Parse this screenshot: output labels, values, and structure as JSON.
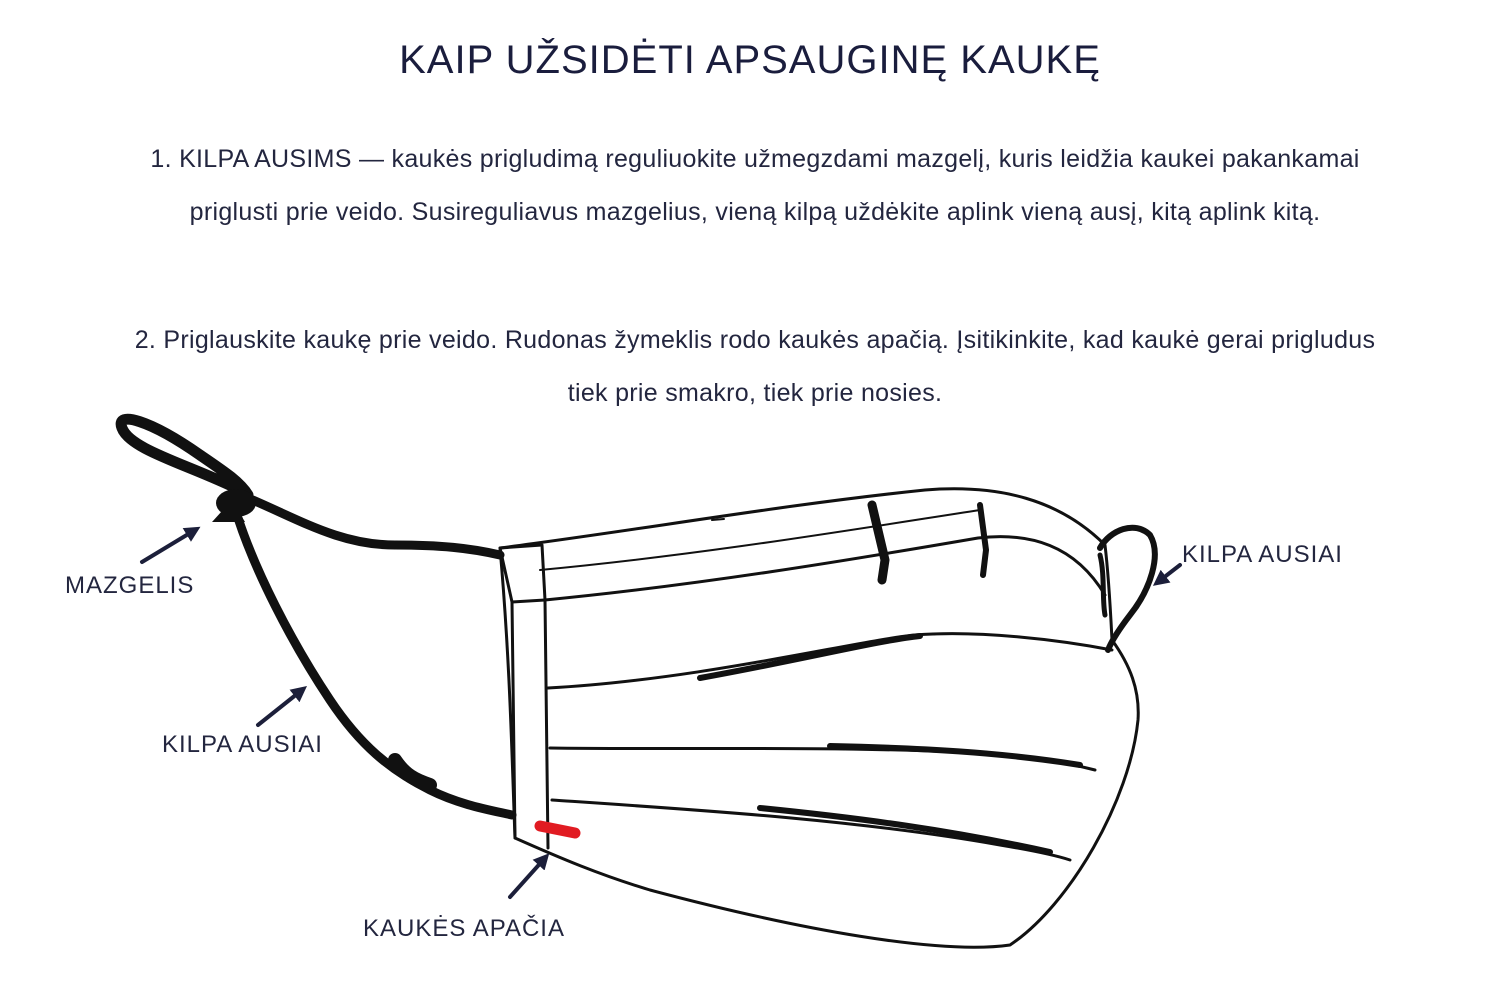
{
  "title": "KAIP UŽSIDĖTI APSAUGINĘ KAUKĘ",
  "instructions": [
    "1. KILPA AUSIMS — kaukės prigludimą reguliuokite užmegzdami mazgelį, kuris leidžia kaukei pakankamai priglusti prie veido. Susireguliavus mazgelius, vieną kilpą uždėkite aplink vieną ausį, kitą aplink kitą.",
    "2. Priglauskite kaukę prie veido. Rudonas žymeklis rodo kaukės apačią. Įsitikinkite, kad kaukė gerai prigludus tiek prie smakro, tiek prie nosies."
  ],
  "labels": {
    "knot": "MAZGELIS",
    "ear_loop_left": "KILPA AUSIAI",
    "ear_loop_right": "KILPA AUSIAI",
    "mask_bottom": "KAUKĖS APAČIA"
  },
  "colors": {
    "text": "#23263f",
    "outline": "#111111",
    "arrow": "#1c1f3a",
    "marker": "#e11b22"
  }
}
